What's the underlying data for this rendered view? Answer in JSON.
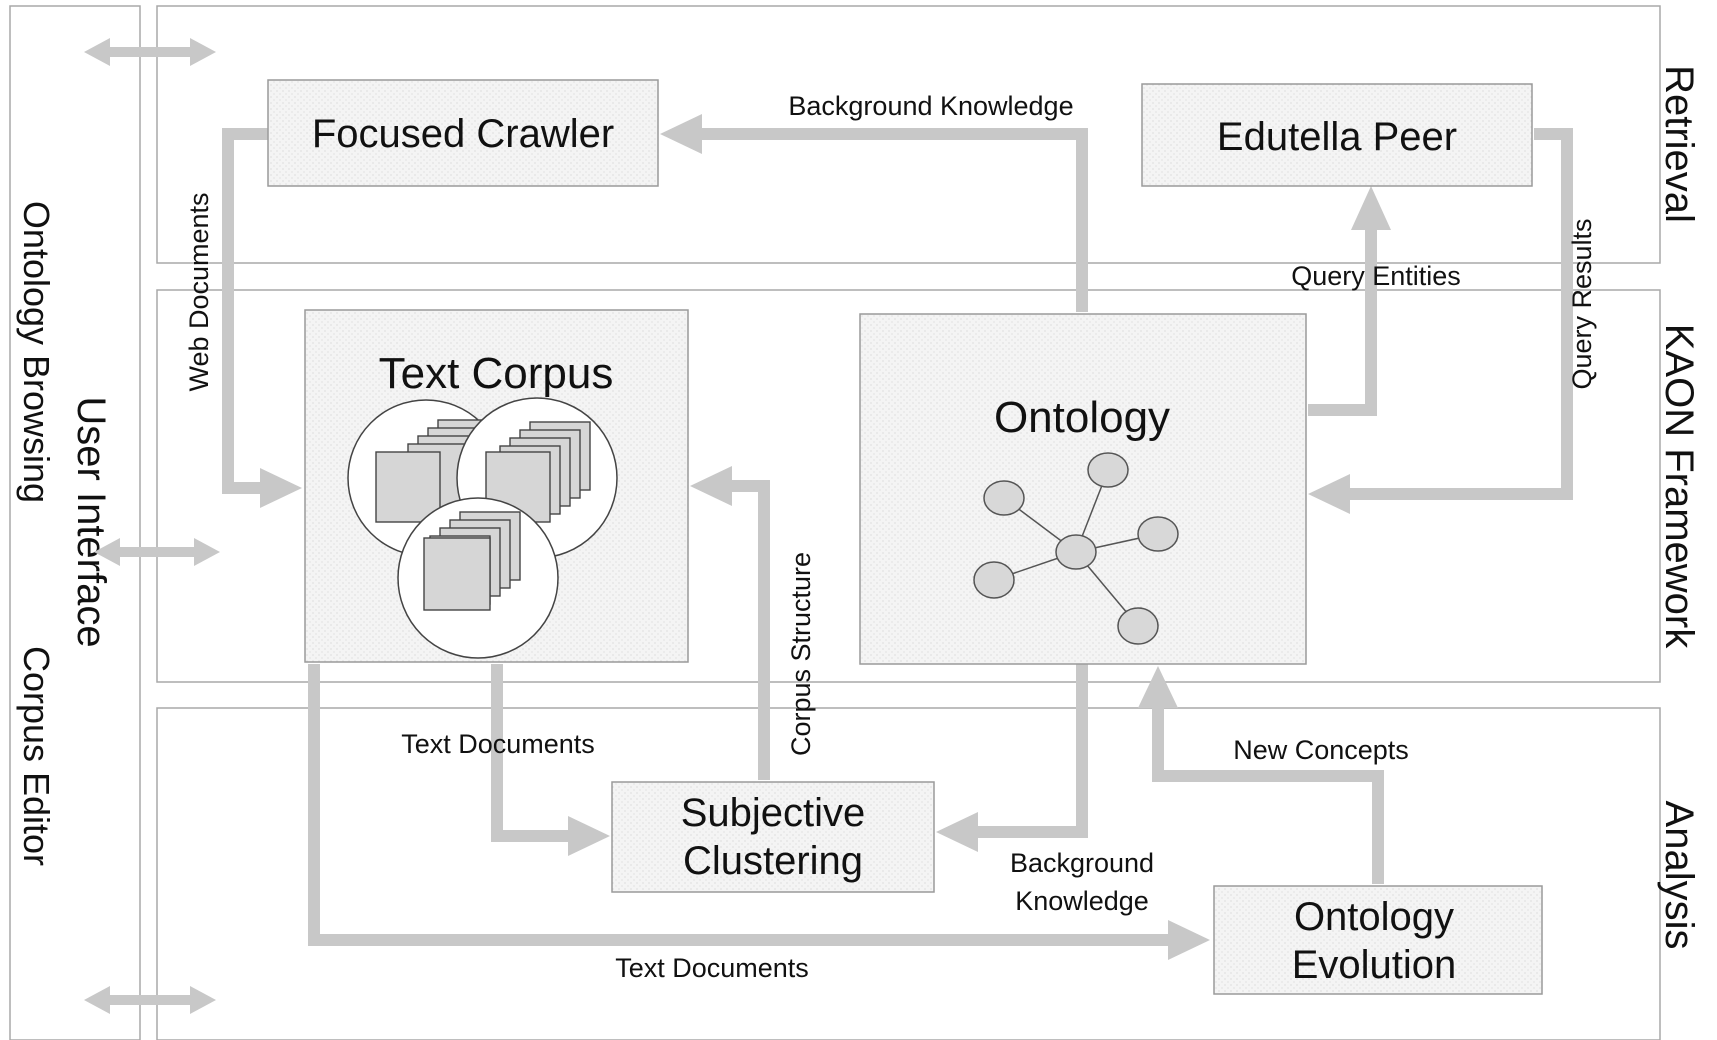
{
  "layers": {
    "retrieval": "Retrieval",
    "kaon": "KAON Framework",
    "analysis": "Analysis"
  },
  "ui_panel": {
    "title": "User Interface",
    "ontology_browsing": "Ontology Browsing",
    "corpus_editor": "Corpus Editor"
  },
  "components": {
    "focused_crawler": "Focused Crawler",
    "edutella_peer": "Edutella Peer",
    "text_corpus": "Text Corpus",
    "ontology": "Ontology",
    "subjective_clustering_1": "Subjective",
    "subjective_clustering_2": "Clustering",
    "ontology_evolution_1": "Ontology",
    "ontology_evolution_2": "Evolution"
  },
  "flows": {
    "background_knowledge_top": "Background Knowledge",
    "web_documents": "Web Documents",
    "query_entities": "Query Entities",
    "query_results": "Query Results",
    "corpus_structure": "Corpus Structure",
    "text_documents_mid": "Text Documents",
    "new_concepts": "New Concepts",
    "background_knowledge_low_1": "Background",
    "background_knowledge_low_2": "Knowledge",
    "text_documents_bottom": "Text Documents"
  },
  "icons": {
    "bidirectional_arrow": "double-arrow-icon",
    "document_stack": "document-stack-icon",
    "ontology_graph": "graph-icon"
  },
  "colors": {
    "flow_arrow": "#c8c8c8",
    "frame": "#a8a8a8",
    "box_fill": "#f3f3f3"
  }
}
